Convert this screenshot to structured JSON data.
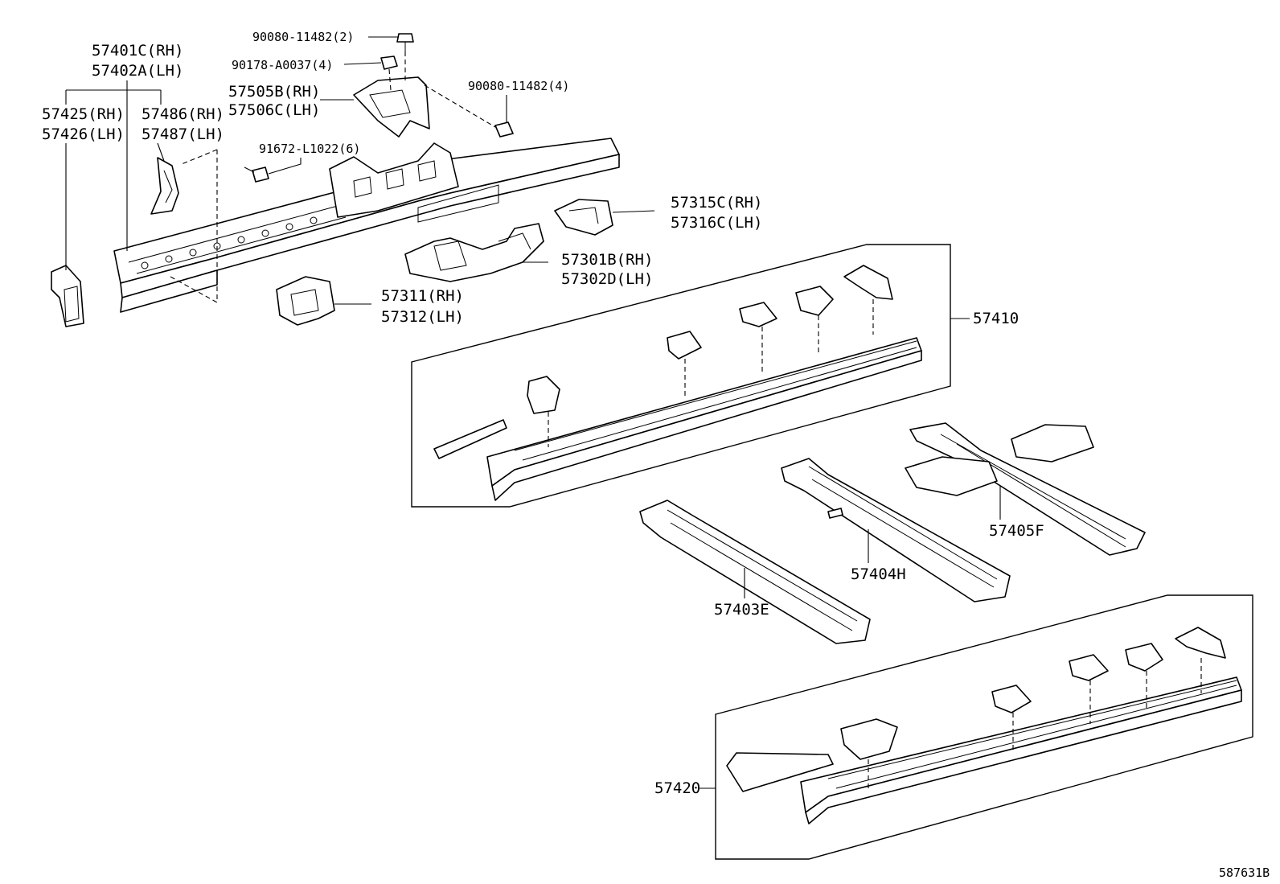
{
  "labels": {
    "p57401C": "57401C(RH)",
    "p57402A": "57402A(LH)",
    "p57425": "57425(RH)",
    "p57426": "57426(LH)",
    "p57486": "57486(RH)",
    "p57487": "57487(LH)",
    "p90080a": "90080-11482(2)",
    "p90178": "90178-A0037(4)",
    "p57505B": "57505B(RH)",
    "p57506C": "57506C(LH)",
    "p90080b": "90080-11482(4)",
    "p91672": "91672-L1022(6)",
    "p57315C": "57315C(RH)",
    "p57316C": "57316C(LH)",
    "p57301B": "57301B(RH)",
    "p57302D": "57302D(LH)",
    "p57311": "57311(RH)",
    "p57312": "57312(LH)",
    "p57410": "57410",
    "p57405F": "57405F",
    "p57404H": "57404H",
    "p57403E": "57403E",
    "p57420": "57420"
  },
  "reference": "587631B"
}
